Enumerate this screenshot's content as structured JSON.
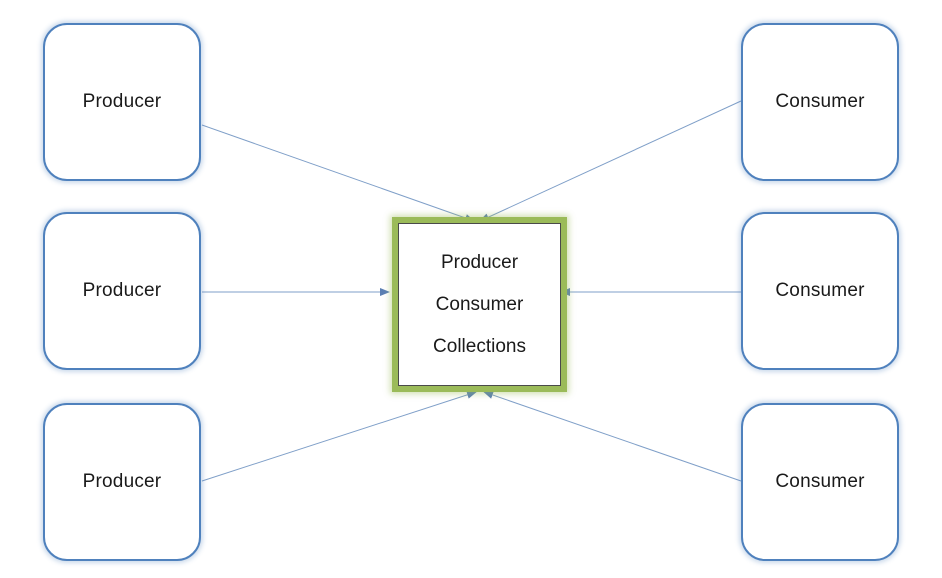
{
  "producers": [
    {
      "label": "Producer"
    },
    {
      "label": "Producer"
    },
    {
      "label": "Producer"
    }
  ],
  "consumers": [
    {
      "label": "Consumer"
    },
    {
      "label": "Consumer"
    },
    {
      "label": "Consumer"
    }
  ],
  "center": {
    "lines": [
      "Producer",
      "Consumer",
      "Collections"
    ]
  },
  "colors": {
    "node_border": "#4f81bd",
    "center_outer": "#9bbb59",
    "connector": "#7f9fc8"
  }
}
